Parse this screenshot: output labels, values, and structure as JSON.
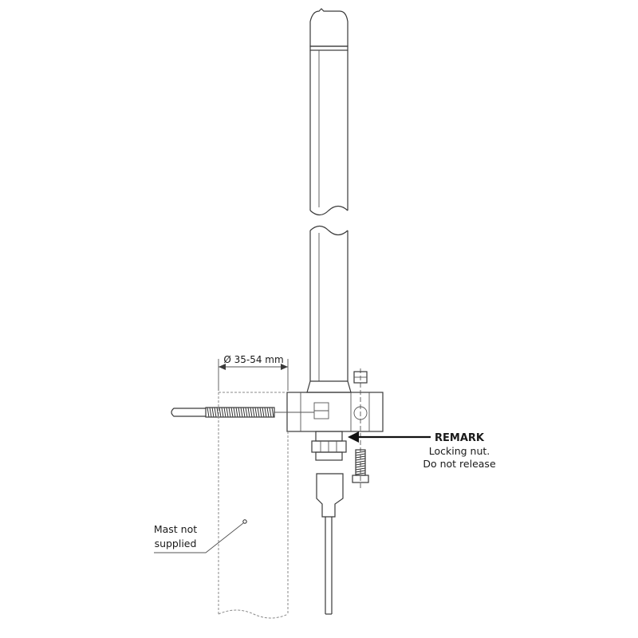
{
  "diameter_label": "Ø  35-54 mm",
  "remark": {
    "title": "REMARK",
    "line1": "Locking nut.",
    "line2": "Do not release"
  },
  "mast_note": {
    "line1": "Mast not",
    "line2": "supplied"
  }
}
